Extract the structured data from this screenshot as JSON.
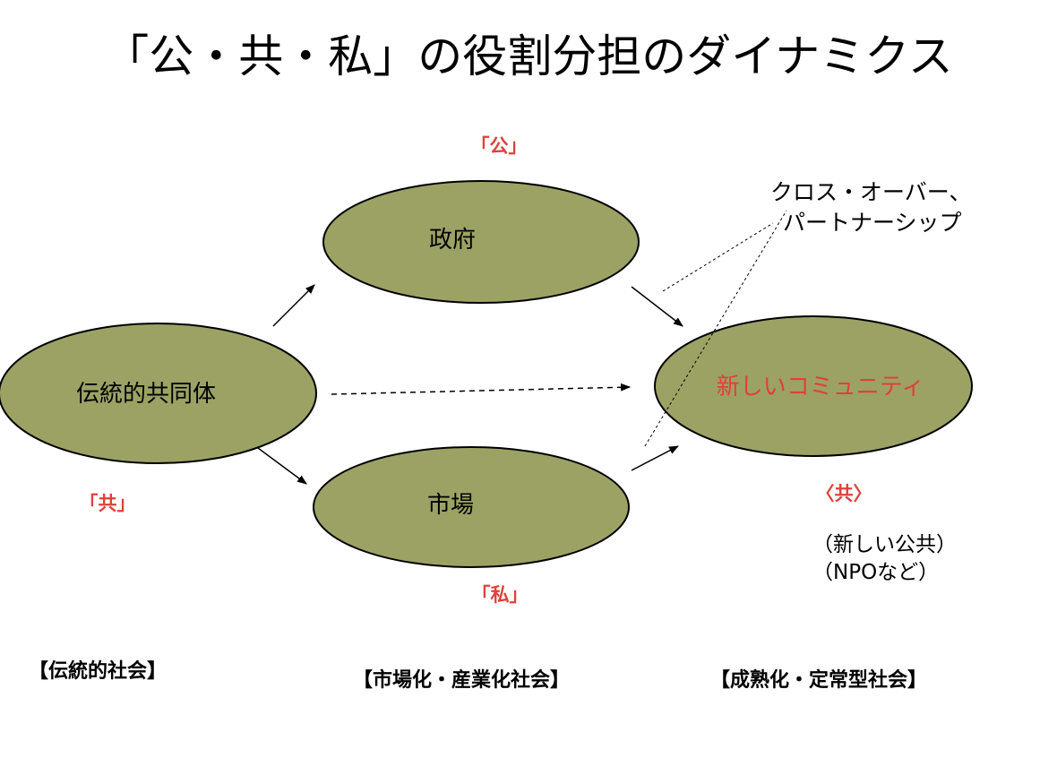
{
  "title": "「公・共・私」の役割分担のダイナミクス",
  "colors": {
    "node_fill": "#9ca264",
    "node_stroke": "#000000",
    "accent": "#e0403a"
  },
  "nodes": {
    "government": "政府",
    "traditional_community": "伝統的共同体",
    "market": "市場",
    "new_community": "新しいコミュニティ"
  },
  "tags": {
    "public": "「公」",
    "common": "「共」",
    "private": "「私」",
    "new_common": "〈共〉"
  },
  "notes": {
    "crossover_line1": "クロス・オーバー、",
    "crossover_line2": "パートナーシップ",
    "new_public": "（新しい公共）",
    "npo": "（NPOなど）"
  },
  "societies": {
    "traditional": "【伝統的社会】",
    "industrial": "【市場化・産業化社会】",
    "mature": "【成熟化・定常型社会】"
  }
}
